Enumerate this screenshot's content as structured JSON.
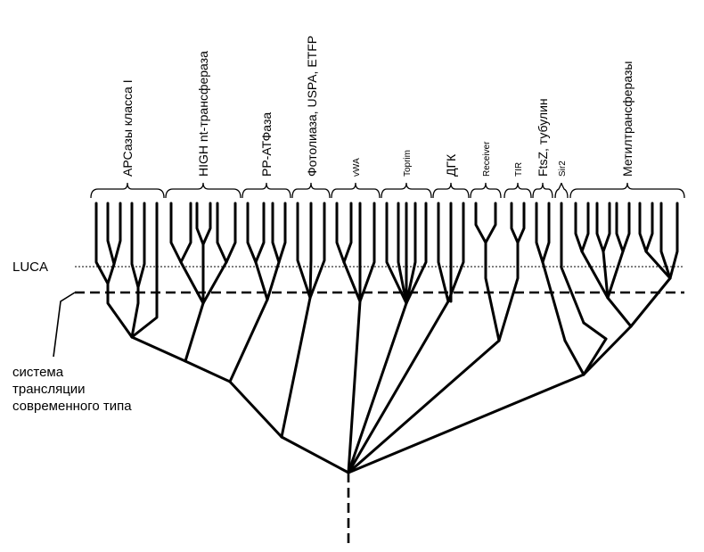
{
  "labels": {
    "family_1": "АРСазы класса I",
    "family_2": "HIGH nt-трансфераза",
    "family_3": "РР-АТФаза",
    "family_4": "Фотолиаза, USPA, ETFP",
    "family_5": "vWA",
    "family_6": "Toprim",
    "family_7": "ДГК",
    "family_8": "Receiver",
    "family_9": "TIR",
    "family_10": "FtsZ, тубулин",
    "family_11": "Sir2",
    "family_12": "Метилтрансферазы",
    "luca": "LUCA",
    "system_line1": "система",
    "system_line2": "трансляции",
    "system_line3": "современного типа"
  },
  "colors": {
    "ink": "#000000",
    "background": "#ffffff"
  }
}
